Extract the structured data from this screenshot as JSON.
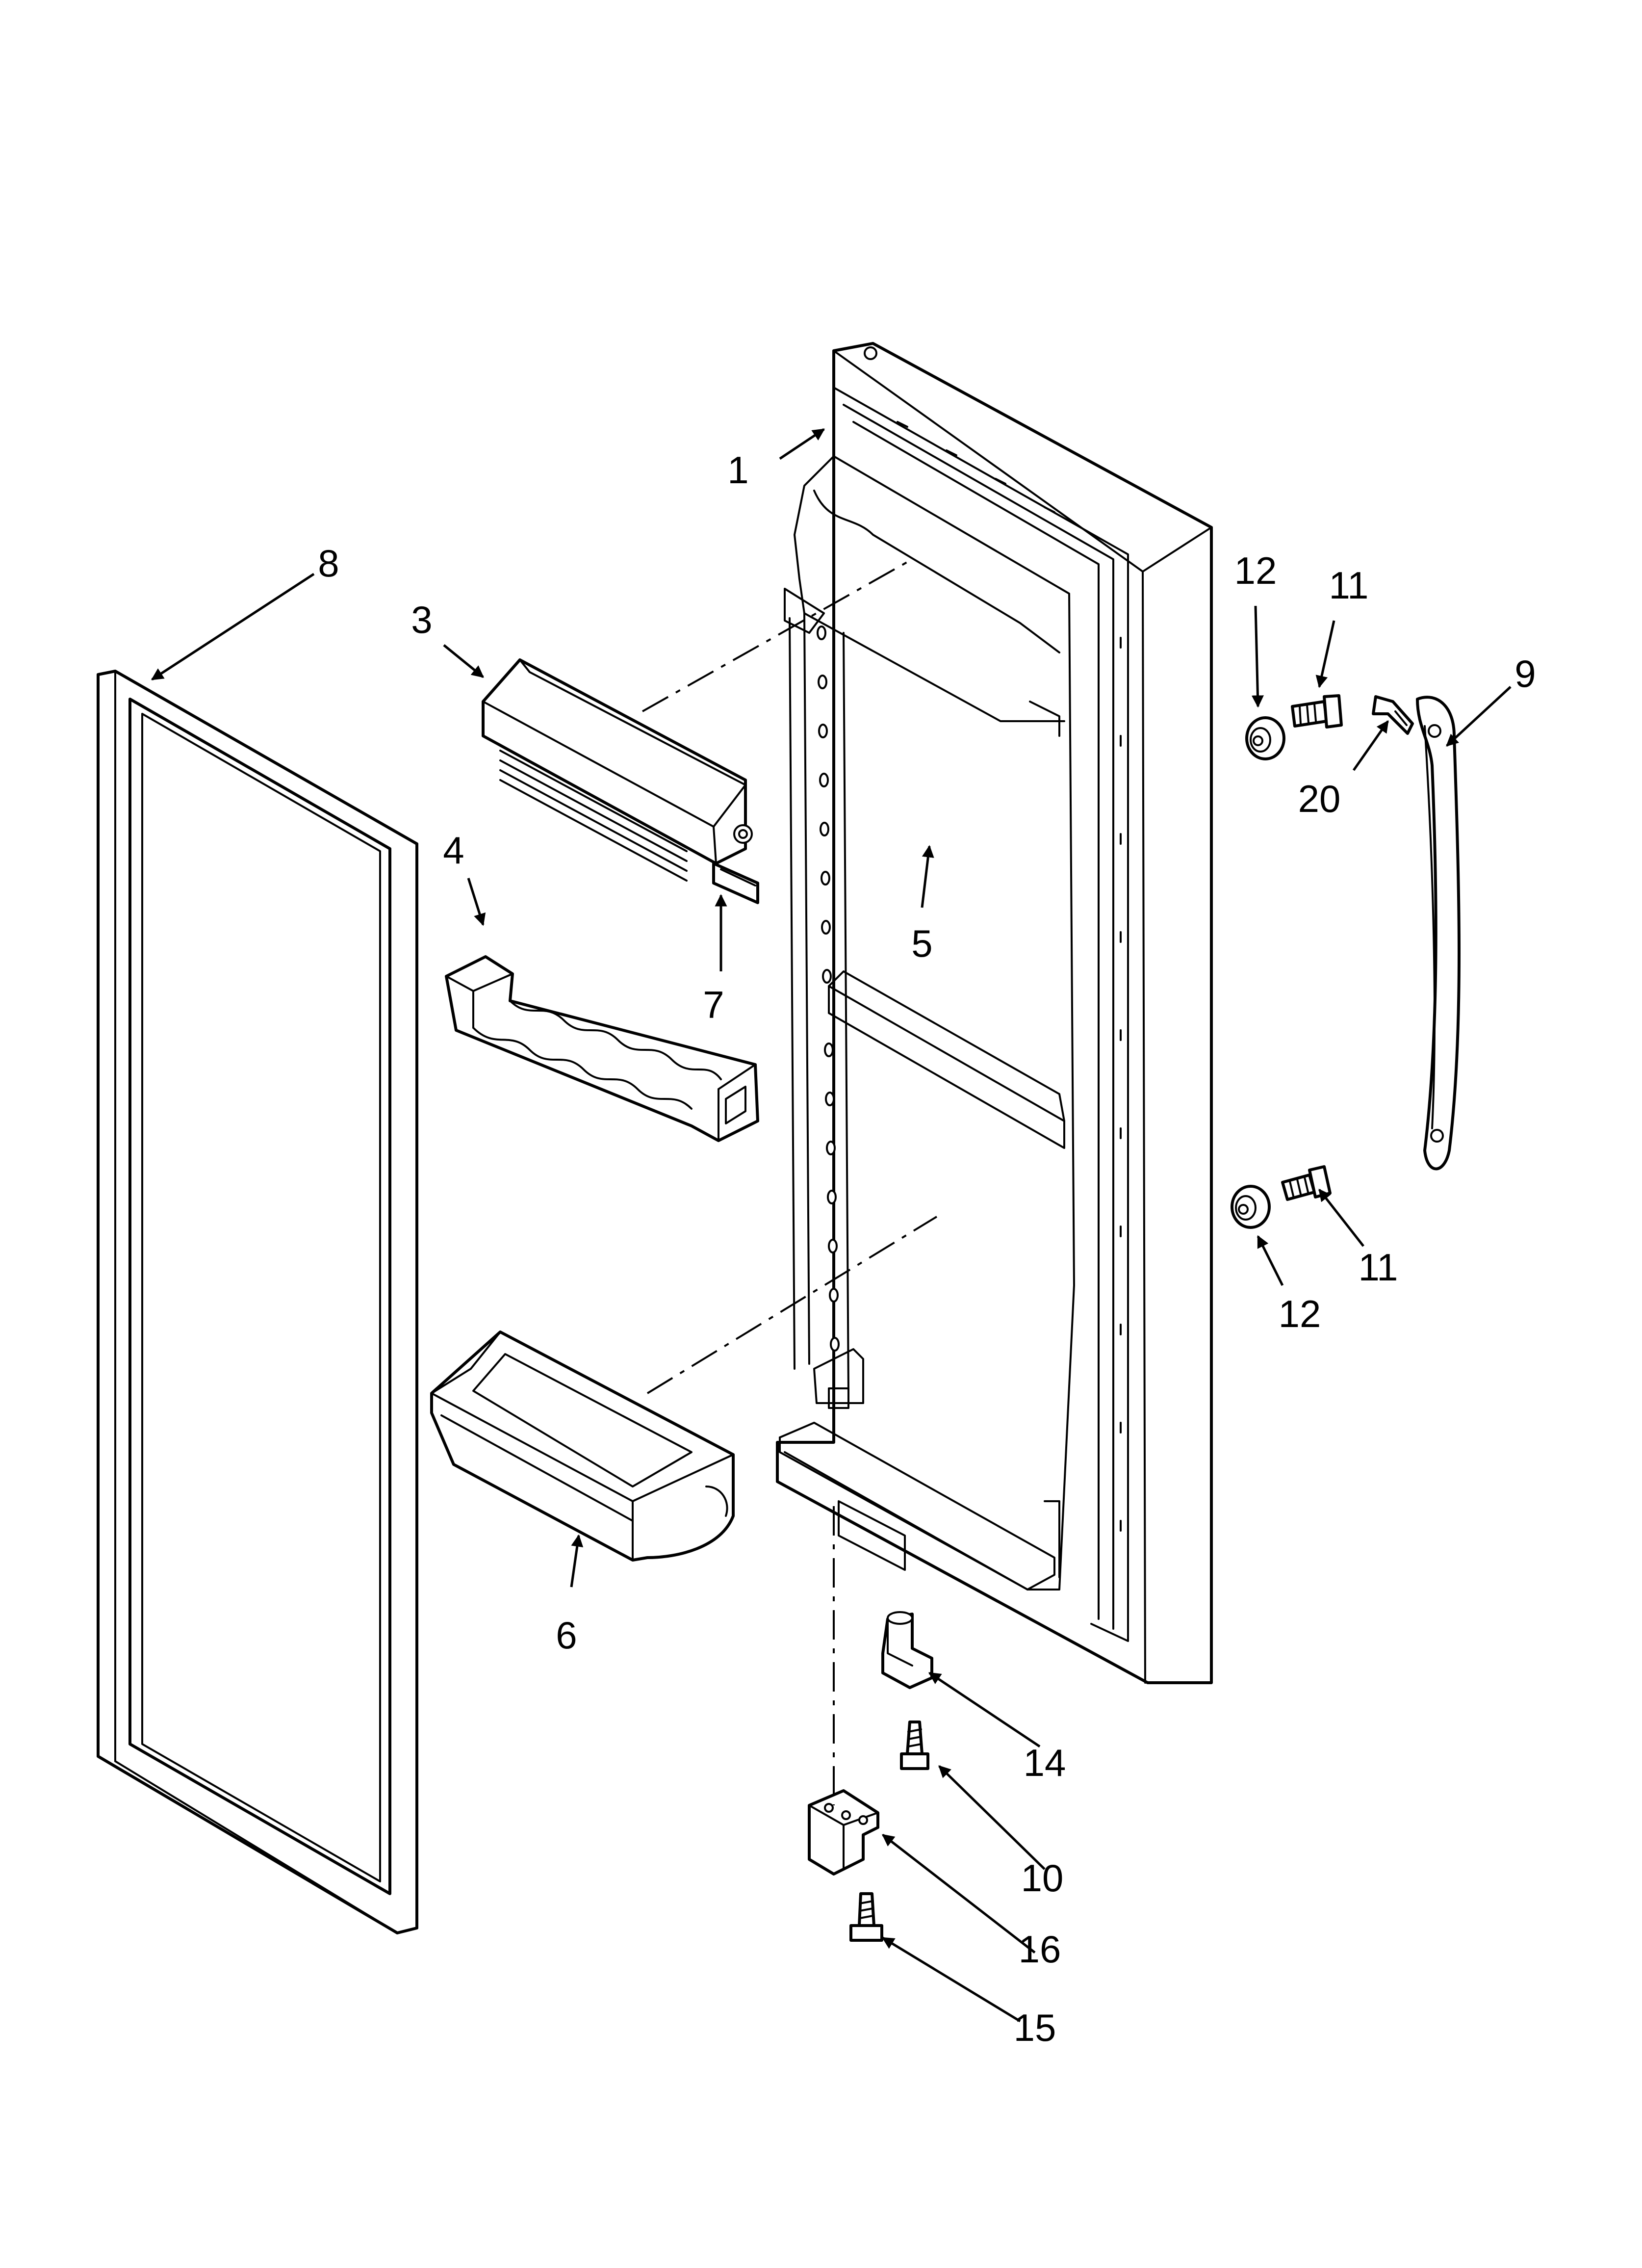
{
  "colors": {
    "line": "#000000",
    "background": "#ffffff"
  },
  "diagram": {
    "labels": [
      {
        "id": "p1",
        "text": "1"
      },
      {
        "id": "p3",
        "text": "3"
      },
      {
        "id": "p4",
        "text": "4"
      },
      {
        "id": "p5",
        "text": "5"
      },
      {
        "id": "p6",
        "text": "6"
      },
      {
        "id": "p7",
        "text": "7"
      },
      {
        "id": "p8",
        "text": "8"
      },
      {
        "id": "p9",
        "text": "9"
      },
      {
        "id": "p10",
        "text": "10"
      },
      {
        "id": "p11a",
        "text": "11"
      },
      {
        "id": "p11b",
        "text": "11"
      },
      {
        "id": "p12a",
        "text": "12"
      },
      {
        "id": "p12b",
        "text": "12"
      },
      {
        "id": "p14",
        "text": "14"
      },
      {
        "id": "p15",
        "text": "15"
      },
      {
        "id": "p16",
        "text": "16"
      },
      {
        "id": "p20",
        "text": "20"
      }
    ]
  }
}
